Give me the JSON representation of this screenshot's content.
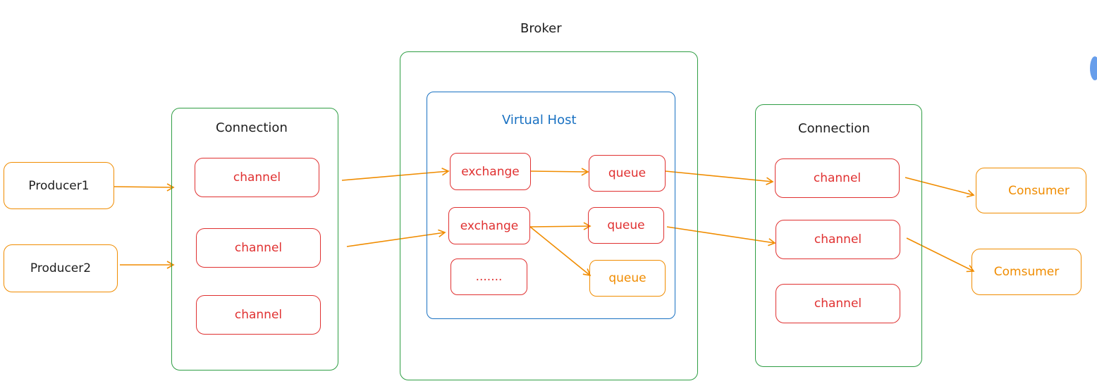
{
  "broker": {
    "title": "Broker"
  },
  "vhost": {
    "title": "Virtual Host"
  },
  "producers": [
    "Producer1",
    "Producer2"
  ],
  "left_connection": {
    "title": "Connection",
    "channels": [
      "channel",
      "channel",
      "channel"
    ]
  },
  "exchanges": [
    "exchange",
    "exchange",
    "......."
  ],
  "queues": [
    "queue",
    "queue",
    "queue"
  ],
  "right_connection": {
    "title": "Connection",
    "channels": [
      "channel",
      "channel",
      "channel"
    ]
  },
  "consumers": [
    "Consumer",
    "Comsumer"
  ],
  "colors": {
    "connection": "#2f9e44",
    "virtual_host": "#1971c2",
    "channel": "#e03131",
    "producer_consumer": "#f08c00",
    "arrow": "#f08c00"
  }
}
